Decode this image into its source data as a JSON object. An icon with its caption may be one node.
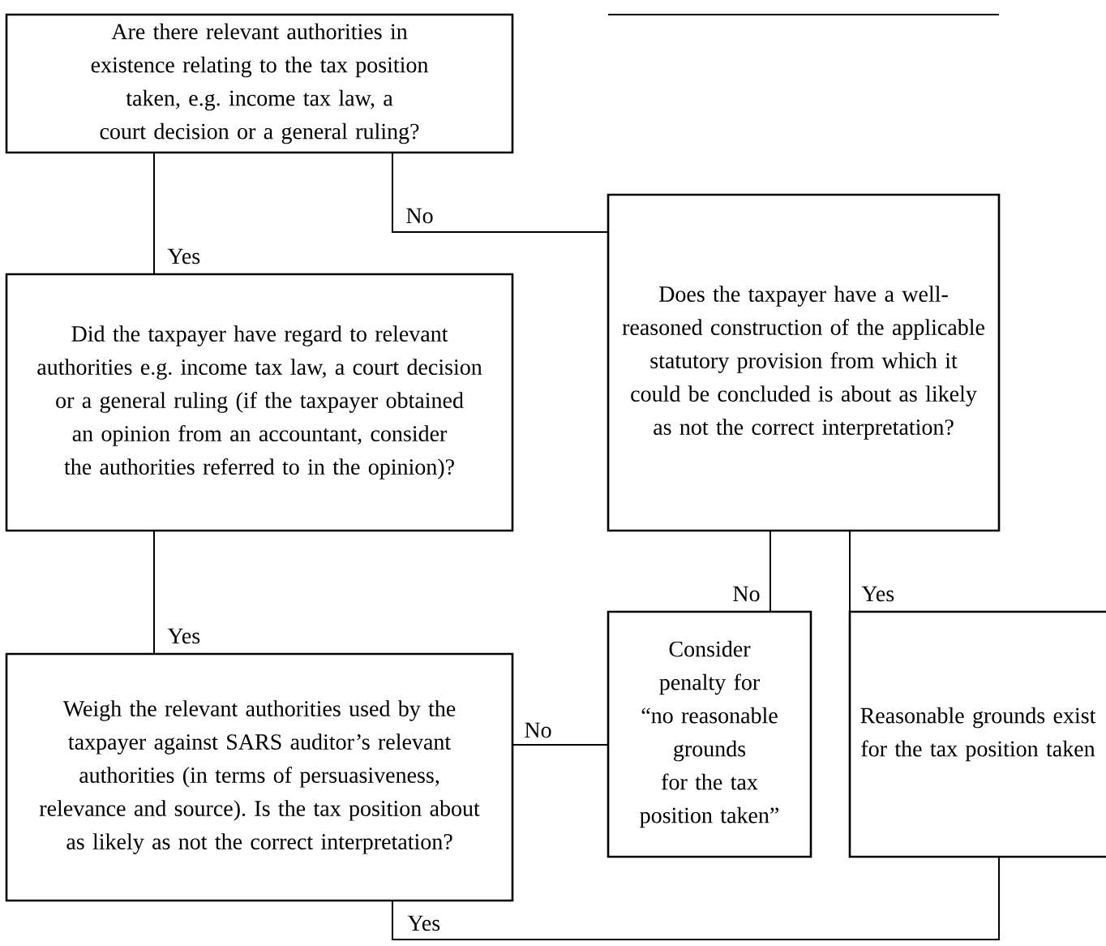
{
  "diagram": {
    "nodes": [
      {
        "text": [
          "Are there relevant authorities in existence relating to the tax position taken, e.g. income tax law, a court decision or a general ruling?"
        ]
      },
      {
        "text": [
          "Did the taxpayer have regard to relevant authorities e.g. income tax law, a court decision or a general ruling (if the taxpayer obtained an opinion from an accountant, consider the authorities referred to in the opinion)?"
        ]
      },
      {
        "text": [
          "Weigh the relevant authorities used by the taxpayer against SARS auditor’s relevant authorities (in terms of persuasiveness, relevance and source). Is the tax position about as likely as not the correct interpretation?"
        ]
      },
      {
        "text": [
          "Does the taxpayer have a well-reasoned construction of the applicable statutory provision from which it could be concluded is about as likely as not the correct interpretation?"
        ]
      },
      {
        "text": [
          "Consider penalty for “no reasonable grounds for the tax position taken”"
        ]
      },
      {
        "text": [
          "Reasonable grounds exist for the tax position taken"
        ]
      }
    ],
    "edges": [
      {
        "from": 0,
        "to": 1,
        "arrow": "none",
        "label": "Yes"
      },
      {
        "from": 0,
        "to": 3,
        "arrow": "none",
        "label": "No"
      },
      {
        "from": 1,
        "to": 2,
        "arrow": "none",
        "label": "Yes"
      },
      {
        "from": 2,
        "to": 4,
        "arrow": "none",
        "label": "No"
      },
      {
        "from": 3,
        "to": 4,
        "arrow": "none",
        "label": "No"
      },
      {
        "from": 3,
        "to": 5,
        "arrow": "none",
        "label": "Yes"
      },
      {
        "from": 2,
        "to": 5,
        "arrow": "none",
        "label": "Yes"
      }
    ]
  }
}
